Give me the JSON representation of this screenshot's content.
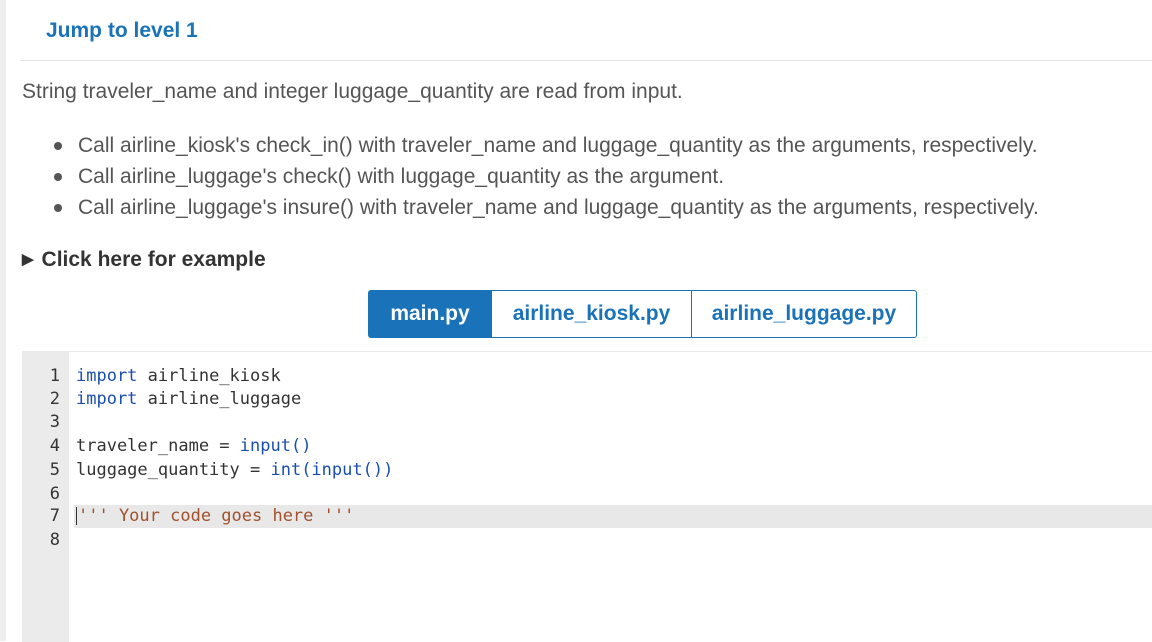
{
  "header": {
    "jump_link": "Jump to level 1"
  },
  "instructions": {
    "intro": "String traveler_name and integer luggage_quantity are read from input.",
    "tasks": [
      "Call airline_kiosk's check_in() with traveler_name and luggage_quantity as the arguments, respectively.",
      "Call airline_luggage's check() with luggage_quantity as the argument.",
      "Call airline_luggage's insure() with traveler_name and luggage_quantity as the arguments, respectively."
    ],
    "example_toggle": "Click here for example"
  },
  "file_tabs": [
    {
      "label": "main.py",
      "active": true
    },
    {
      "label": "airline_kiosk.py",
      "active": false
    },
    {
      "label": "airline_luggage.py",
      "active": false
    }
  ],
  "editor": {
    "line_numbers": [
      "1",
      "2",
      "3",
      "4",
      "5",
      "6",
      "7",
      "8"
    ],
    "lines": [
      {
        "kw": "import",
        "rest": " airline_kiosk"
      },
      {
        "kw": "import",
        "rest": " airline_luggage"
      },
      {
        "text": ""
      },
      {
        "var": "traveler_name",
        "op": " = ",
        "call": "input()"
      },
      {
        "var": "luggage_quantity",
        "op": " = ",
        "call": "int(input())"
      },
      {
        "text": ""
      },
      {
        "comment": "''' Your code goes here '''"
      },
      {
        "text": ""
      }
    ],
    "active_line": 7
  },
  "colors": {
    "accent": "#1a73b8",
    "keyword": "#1a4fb0",
    "string": "#a0522d",
    "gutter": "#ebebeb"
  }
}
